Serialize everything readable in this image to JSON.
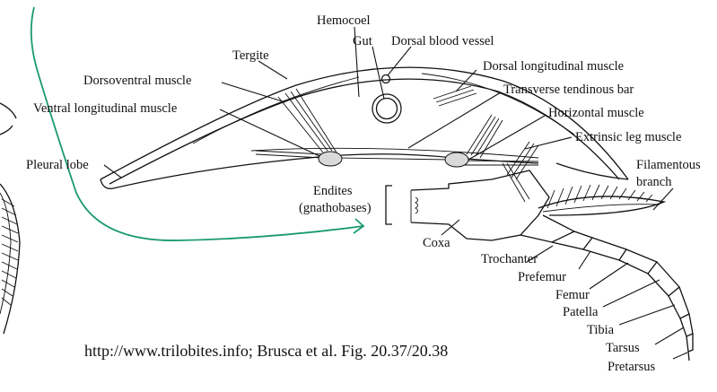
{
  "diagram": {
    "labels": {
      "hemocoel": "Hemocoel",
      "gut": "Gut",
      "dorsal_blood_vessel": "Dorsal blood vessel",
      "tergite": "Tergite",
      "dorsal_longitudinal_muscle": "Dorsal longitudinal muscle",
      "dorsoventral_muscle": "Dorsoventral muscle",
      "transverse_tendinous_bar": "Transverse tendinous bar",
      "ventral_longitudinal_muscle": "Ventral longitudinal muscle",
      "horizontal_muscle": "Horizontal muscle",
      "extrinsic_leg_muscle": "Extrinsic leg muscle",
      "pleural_lobe": "Pleural lobe",
      "filamentous_branch_line1": "Filamentous",
      "filamentous_branch_line2": "branch",
      "endites_line1": "Endites",
      "endites_line2": "(gnathobases)",
      "coxa": "Coxa",
      "trochanter": "Trochanter",
      "prefemur": "Prefemur",
      "femur": "Femur",
      "patella": "Patella",
      "tibia": "Tibia",
      "tarsus": "Tarsus",
      "pretarsus": "Pretarsus"
    },
    "credit": "http://www.trilobites.info; Brusca et al. Fig. 20.37/20.38",
    "annotation_color": "#1a9a6c"
  }
}
